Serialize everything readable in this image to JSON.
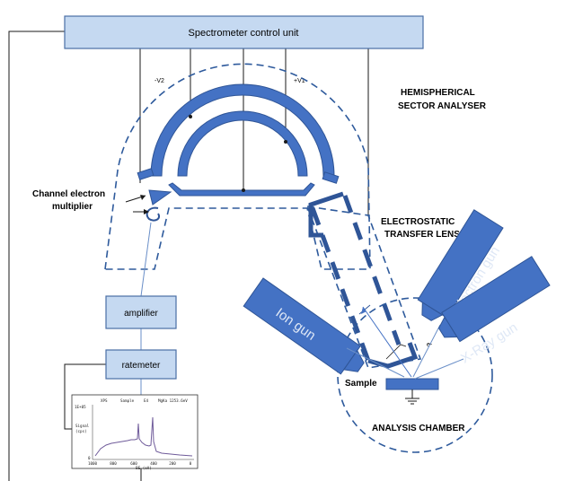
{
  "labels": {
    "control_unit": "Spectrometer control unit",
    "neg_voltage": "-V2",
    "pos_voltage": "+V1",
    "analyser_line1": "HEMISPHERICAL",
    "analyser_line2": "SECTOR ANALYSER",
    "cem_line1": "Channel electron",
    "cem_line2": "multiplier",
    "lens_line1": "ELECTROSTATIC",
    "lens_line2": "TRANSFER LENS",
    "amplifier": "amplifier",
    "ratemeter": "ratemeter",
    "ion_gun": "Ion gun",
    "electron_gun": "Electron gun",
    "xray_gun": "X-Ray gun",
    "sample": "Sample",
    "chamber": "ANALYSIS CHAMBER",
    "electron": "e-"
  },
  "spectrum_inset": {
    "header_left": "XPS",
    "header_mid1": "Sample",
    "header_mid2": "E4",
    "header_right": "MgKa 1253.6eV",
    "y_label_top": "Signal",
    "y_label_bot": "(cps)",
    "y_tick_top": "1E+05",
    "y_tick_bot": "0",
    "x_ticks": [
      "1000",
      "800",
      "600",
      "400",
      "200",
      "0"
    ],
    "x_label": "BE (eV)"
  },
  "colors": {
    "component_fill": "#4472c4",
    "component_stroke": "#2f5597",
    "box_fill": "#c5d9f1",
    "box_stroke": "#4a6fa5",
    "dash": "#2e5a9c"
  }
}
